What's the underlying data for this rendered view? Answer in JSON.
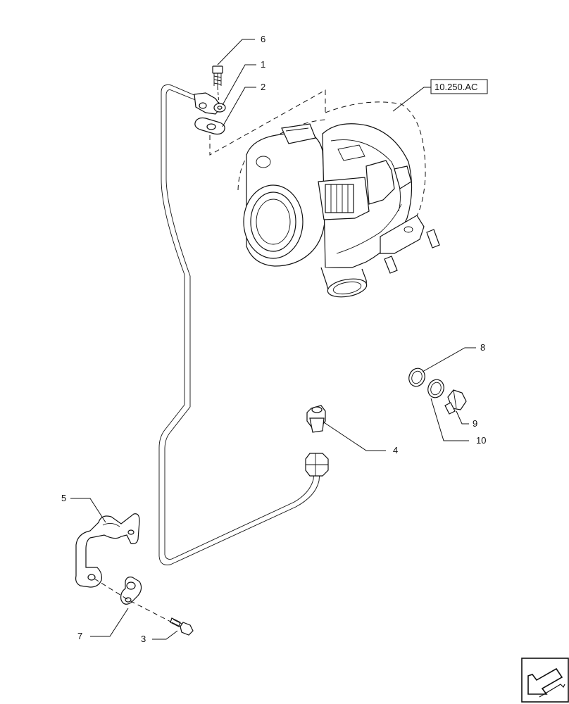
{
  "callouts": {
    "c1": "1",
    "c2": "2",
    "c3": "3",
    "c4": "4",
    "c5": "5",
    "c6": "6",
    "c7": "7",
    "c8": "8",
    "c9": "9",
    "c10": "10"
  },
  "reference_label": "10.250.AC",
  "nav_icon": "next-page-arrow-icon"
}
